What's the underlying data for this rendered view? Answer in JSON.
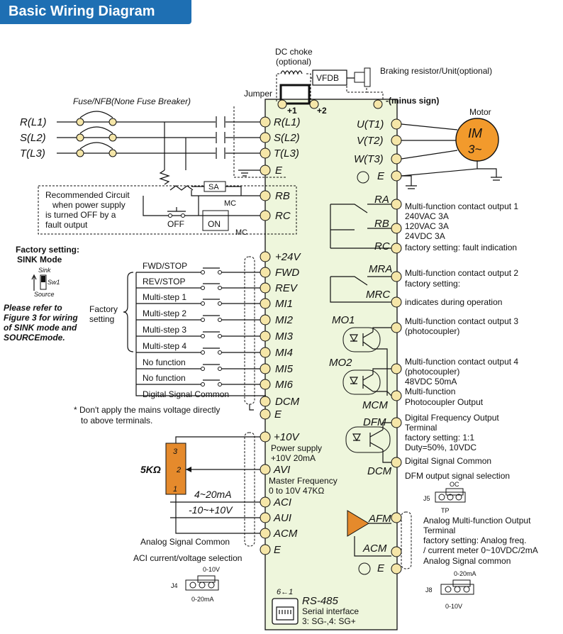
{
  "header": {
    "title": "Basic Wiring Diagram"
  },
  "top": {
    "dc_choke": "DC choke",
    "dc_choke_opt": "(optional)",
    "vfdb": "VFDB",
    "braking": "Braking resistor/Unit(optional)",
    "jumper": "Jumper",
    "minus_sign": "-(minus sign)",
    "fuse_label": "Fuse/NFB(None Fuse Breaker)",
    "p1": "+1",
    "p2": "+2"
  },
  "input": {
    "r": "R(L1)",
    "s": "S(L2)",
    "t": "T(L3)",
    "r_term": "R(L1)",
    "s_term": "S(L2)",
    "t_term": "T(L3)",
    "e_term": "E"
  },
  "brake_circuit": {
    "note": [
      "Recommended Circuit",
      "when power supply",
      "is turned OFF by a",
      "fault output"
    ],
    "sa": "SA",
    "mc": "MC",
    "off": "OFF",
    "on": "ON",
    "mc2": "MC",
    "rb": "RB",
    "rc": "RC"
  },
  "motor": {
    "label": "Motor",
    "im": "IM",
    "phase": "3~",
    "u": "U(T1)",
    "v": "V(T2)",
    "w": "W(T3)",
    "e": "E"
  },
  "sink": {
    "title1": "Factory setting:",
    "title2": "SINK Mode",
    "sink": "Sink",
    "sw1": "Sw1",
    "source": "Source",
    "refer": [
      "Please refer to",
      "Figure 3 for wiring",
      "of SINK mode and",
      "SOURCEmode."
    ],
    "factory": "Factory",
    "setting": "setting"
  },
  "inputs": [
    {
      "func": "",
      "term": "+24V"
    },
    {
      "func": "FWD/STOP",
      "term": "FWD"
    },
    {
      "func": "REV/STOP",
      "term": "REV"
    },
    {
      "func": "Multi-step 1",
      "term": "MI1"
    },
    {
      "func": "Multi-step 2",
      "term": "MI2"
    },
    {
      "func": "Multi-step 3",
      "term": "MI3"
    },
    {
      "func": "Multi-step 4",
      "term": "MI4"
    },
    {
      "func": "No function",
      "term": "MI5"
    },
    {
      "func": "No function",
      "term": "MI6"
    },
    {
      "func": "Digital Signal Common",
      "term": "DCM"
    }
  ],
  "warning": [
    "* Don't apply the mains voltage directly",
    "to above terminals."
  ],
  "e_terms": {
    "e1": "E",
    "e2": "E",
    "e3": "E"
  },
  "analog": {
    "p10": "+10V",
    "p10_desc1": "Power supply",
    "p10_desc2": "+10V 20mA",
    "avi": "AVI",
    "avi_desc1": "Master Frequency",
    "avi_desc2": "0 to 10V 47KΩ",
    "aci": "ACI",
    "aui": "AUI",
    "acm": "ACM",
    "pot": "5KΩ",
    "pin3": "3",
    "pin2": "2",
    "pin1": "1",
    "r420": "4~20mA",
    "r1010": "-10~+10V",
    "common": "Analog Signal Common",
    "selection": "ACI current/voltage selection",
    "j4": "J4",
    "j4_top": "0-10V",
    "j4_bot": "0-20mA"
  },
  "outputs": {
    "ra": "RA",
    "rb": "RB",
    "rc": "RC",
    "mra": "MRA",
    "mrc": "MRC",
    "mo1": "MO1",
    "mo2": "MO2",
    "mcm": "MCM",
    "dfm": "DFM",
    "dcm": "DCM",
    "afm": "AFM",
    "acm": "ACM",
    "e": "E",
    "o1": [
      "Multi-function contact output 1",
      "240VAC 3A",
      "120VAC 3A",
      "24VDC 3A",
      "factory setting: fault indication"
    ],
    "o2": [
      "Multi-function contact output 2",
      "factory setting:",
      "indicates during operation"
    ],
    "o3": [
      "Multi-function contact output 3",
      "(photocoupler)"
    ],
    "o4": [
      "Multi-function contact output 4",
      "(photocoupler)",
      "48VDC 50mA",
      "Multi-function",
      "Photocoupler Output"
    ],
    "dfm_desc": [
      "Digital Frequency Output",
      "Terminal",
      "factory setting: 1:1",
      "Duty=50%, 10VDC"
    ],
    "dcm_desc": "Digital Signal Common",
    "dfm_sel": "DFM output signal selection",
    "j5": "J5",
    "oc": "OC",
    "tp": "TP",
    "afm_desc": [
      "Analog Multi-function Output",
      "Terminal",
      "factory setting: Analog freq.",
      "/ current meter 0~10VDC/2mA"
    ],
    "acm_desc": "Analog Signal common",
    "j8": "J8",
    "j8_top": "0-20mA",
    "j8_bot": "0-10V"
  },
  "rs485": {
    "pins": "6←1",
    "title": "RS-485",
    "sub": "Serial interface",
    "pins_desc": "3: SG-,4: SG+"
  },
  "colors": {
    "header_bg": "#1e6fb3",
    "drive_fill": "#eef6dc",
    "terminal_fill": "#f5e6a8",
    "pot_fill": "#e58a2c",
    "motor_fill": "#f29a2c"
  }
}
